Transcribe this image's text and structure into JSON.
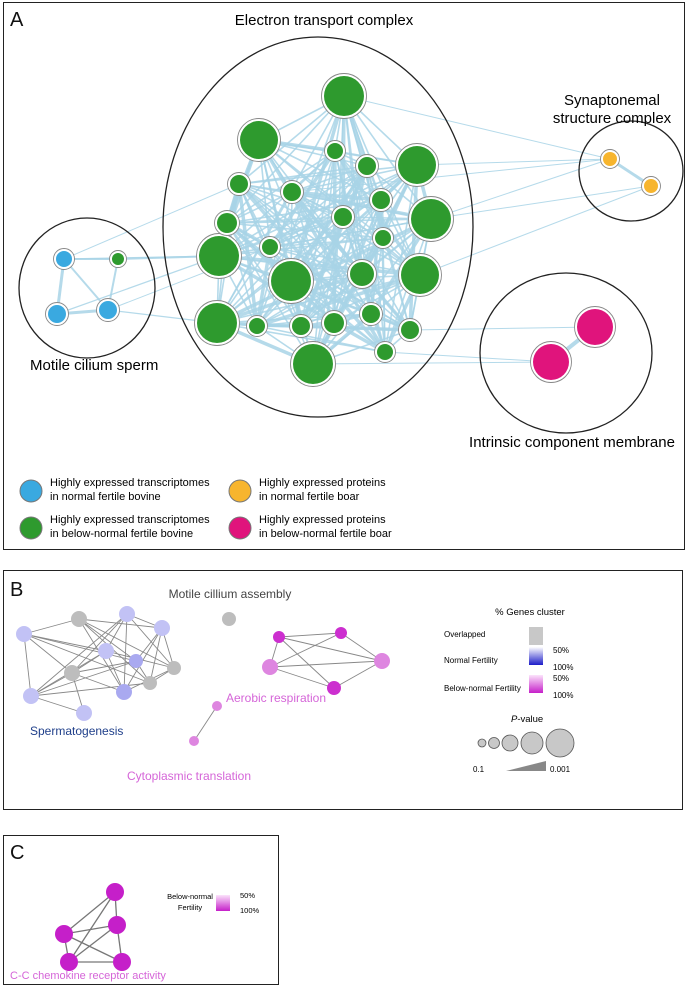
{
  "panels": {
    "A": {
      "label": "A",
      "clusters": {
        "electron": "Electron transport complex",
        "synaptonemal_line1": "Synaptonemal",
        "synaptonemal_line2": "structure complex",
        "motile": "Motile cilium sperm",
        "intrinsic": "Intrinsic component membrane"
      },
      "legend": [
        {
          "line1": "Highly expressed transcriptomes",
          "line2": "in normal fertile bovine",
          "color": "#3aa9e0"
        },
        {
          "line1": "Highly expressed proteins",
          "line2": "in normal fertile boar",
          "color": "#f7b52e"
        },
        {
          "line1": "Highly expressed transcriptomes",
          "line2": "in below-normal fertile bovine",
          "color": "#2e9a2e"
        },
        {
          "line1": "Highly expressed proteins",
          "line2": "in below-normal fertile boar",
          "color": "#e0147c"
        }
      ],
      "colors": {
        "edge": "#a8d3e6",
        "blue": "#3aa9e0",
        "green": "#2e9a2e",
        "orange": "#f7b52e",
        "magenta": "#e0147c"
      }
    },
    "B": {
      "label": "B",
      "terms": {
        "motile": "Motile cillium assembly",
        "aerobic": "Aerobic respiration",
        "spermatogenesis": "Spermatogenesis",
        "cytoplasmic": "Cytoplasmic translation"
      },
      "legend": {
        "title": "% Genes cluster",
        "overlapped": "Overlapped",
        "normal": "Normal Fertility",
        "below": "Below-normal Fertility",
        "pct50": "50%",
        "pct100": "100%",
        "pvalue_prefix": "P",
        "pvalue_suffix": "-value",
        "p_low": "0.1",
        "p_high": "0.001"
      },
      "colors": {
        "gray": "#bdbdbd",
        "lavender": "#c2c2f5",
        "periwinkle": "#a9a9f0",
        "orchid": "#de86e0",
        "magenta": "#cc2fcf",
        "spermatogenesis_text": "#1f3f8a",
        "pink_text": "#d565d8"
      }
    },
    "C": {
      "label": "C",
      "term": "C-C chemokine receptor activity",
      "legend": {
        "line1": "Below-normal",
        "line2": "Fertility",
        "pct50": "50%",
        "pct100": "100%"
      },
      "colors": {
        "node": "#c51fc9",
        "text": "#d565d8"
      }
    }
  }
}
